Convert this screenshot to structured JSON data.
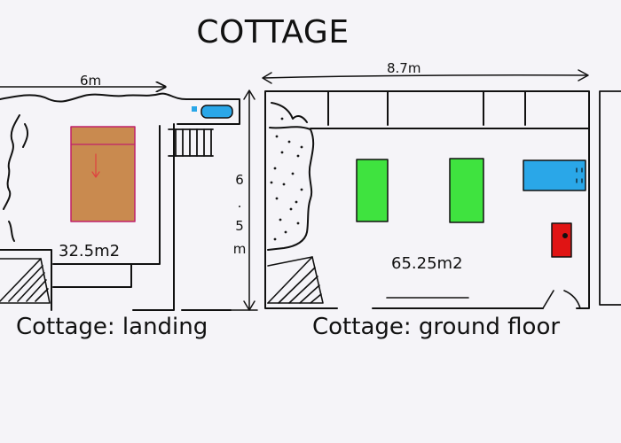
{
  "title": "COTTAGE",
  "landing": {
    "caption": "Cottage: landing",
    "area": "32.5m2",
    "width_label": "6m",
    "height_label": "6.5m",
    "height_chars": [
      "6",
      ".",
      "5",
      "m"
    ],
    "furniture": [
      {
        "name": "bed",
        "color": "#c98a4f"
      },
      {
        "name": "bath",
        "color": "#2aa7e8"
      }
    ]
  },
  "ground_floor": {
    "caption": "Cottage: ground floor",
    "area": "65.25m2",
    "width_label": "8.7m",
    "furniture": [
      {
        "name": "table-left",
        "color": "#3fe33f"
      },
      {
        "name": "table-right",
        "color": "#3fe33f"
      },
      {
        "name": "sofa",
        "color": "#2aa7e8"
      },
      {
        "name": "stove",
        "color": "#e01414"
      }
    ]
  }
}
